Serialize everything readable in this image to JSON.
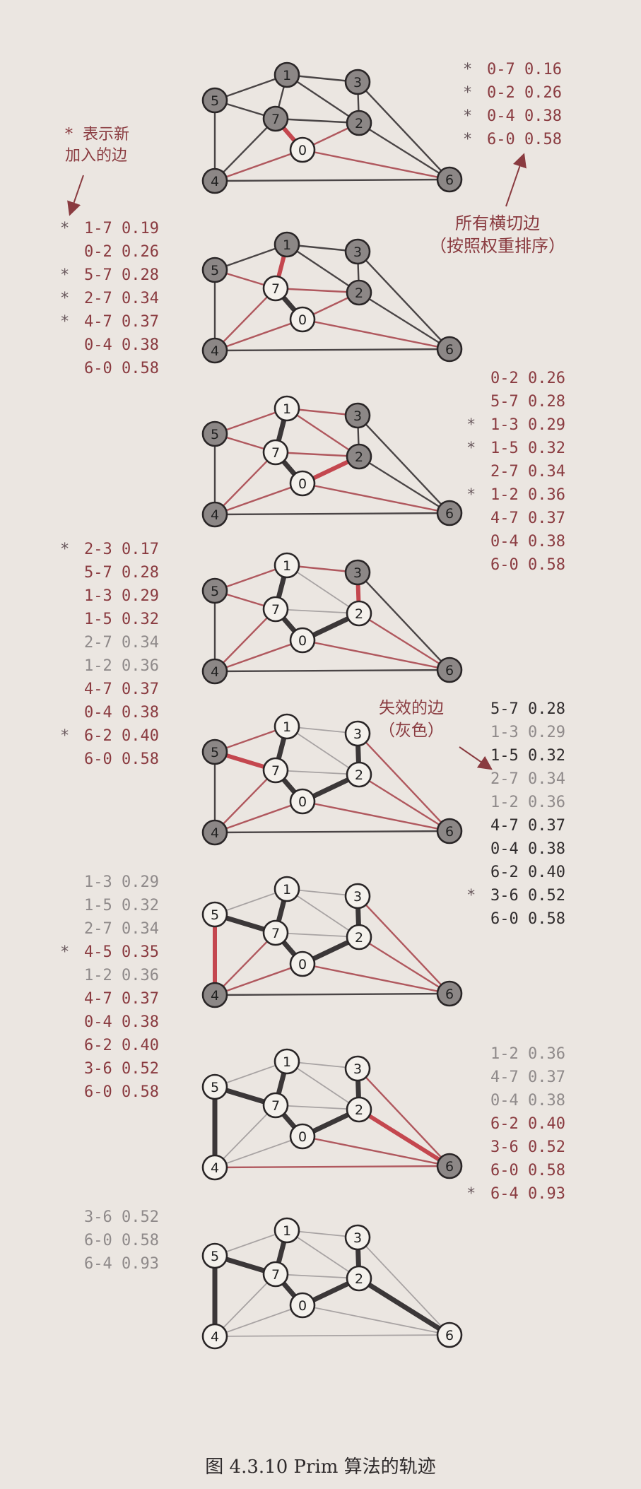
{
  "caption": "图 4.3.10   Prim 算法的轨迹",
  "annotations": {
    "new_edge_note": "*  表示新\n加入的边",
    "crossing_edges_note": "所有横切边\n（按照权重排序）",
    "ineligible_note": "失效的边\n（灰色）"
  },
  "edge_lists": [
    {
      "rows": [
        {
          "star": "*",
          "edge": "0-7",
          "weight": "0.16",
          "state": "red"
        },
        {
          "star": "*",
          "edge": "0-2",
          "weight": "0.26",
          "state": "red"
        },
        {
          "star": "*",
          "edge": "0-4",
          "weight": "0.38",
          "state": "red"
        },
        {
          "star": "*",
          "edge": "6-0",
          "weight": "0.58",
          "state": "red"
        }
      ]
    },
    {
      "rows": [
        {
          "star": "*",
          "edge": "1-7",
          "weight": "0.19",
          "state": "red"
        },
        {
          "star": "",
          "edge": "0-2",
          "weight": "0.26",
          "state": "red"
        },
        {
          "star": "*",
          "edge": "5-7",
          "weight": "0.28",
          "state": "red"
        },
        {
          "star": "*",
          "edge": "2-7",
          "weight": "0.34",
          "state": "red"
        },
        {
          "star": "*",
          "edge": "4-7",
          "weight": "0.37",
          "state": "red"
        },
        {
          "star": "",
          "edge": "0-4",
          "weight": "0.38",
          "state": "red"
        },
        {
          "star": "",
          "edge": "6-0",
          "weight": "0.58",
          "state": "red"
        }
      ]
    },
    {
      "rows": [
        {
          "star": "",
          "edge": "0-2",
          "weight": "0.26",
          "state": "red"
        },
        {
          "star": "",
          "edge": "5-7",
          "weight": "0.28",
          "state": "red"
        },
        {
          "star": "*",
          "edge": "1-3",
          "weight": "0.29",
          "state": "red"
        },
        {
          "star": "*",
          "edge": "1-5",
          "weight": "0.32",
          "state": "red"
        },
        {
          "star": "",
          "edge": "2-7",
          "weight": "0.34",
          "state": "red"
        },
        {
          "star": "*",
          "edge": "1-2",
          "weight": "0.36",
          "state": "red"
        },
        {
          "star": "",
          "edge": "4-7",
          "weight": "0.37",
          "state": "red"
        },
        {
          "star": "",
          "edge": "0-4",
          "weight": "0.38",
          "state": "red"
        },
        {
          "star": "",
          "edge": "6-0",
          "weight": "0.58",
          "state": "red"
        }
      ]
    },
    {
      "rows": [
        {
          "star": "*",
          "edge": "2-3",
          "weight": "0.17",
          "state": "red"
        },
        {
          "star": "",
          "edge": "5-7",
          "weight": "0.28",
          "state": "red"
        },
        {
          "star": "",
          "edge": "1-3",
          "weight": "0.29",
          "state": "red"
        },
        {
          "star": "",
          "edge": "1-5",
          "weight": "0.32",
          "state": "red"
        },
        {
          "star": "",
          "edge": "2-7",
          "weight": "0.34",
          "state": "gray"
        },
        {
          "star": "",
          "edge": "1-2",
          "weight": "0.36",
          "state": "gray"
        },
        {
          "star": "",
          "edge": "4-7",
          "weight": "0.37",
          "state": "red"
        },
        {
          "star": "",
          "edge": "0-4",
          "weight": "0.38",
          "state": "red"
        },
        {
          "star": "*",
          "edge": "6-2",
          "weight": "0.40",
          "state": "red"
        },
        {
          "star": "",
          "edge": "6-0",
          "weight": "0.58",
          "state": "red"
        }
      ]
    },
    {
      "rows": [
        {
          "star": "",
          "edge": "5-7",
          "weight": "0.28",
          "state": "black"
        },
        {
          "star": "",
          "edge": "1-3",
          "weight": "0.29",
          "state": "gray"
        },
        {
          "star": "",
          "edge": "1-5",
          "weight": "0.32",
          "state": "black"
        },
        {
          "star": "",
          "edge": "2-7",
          "weight": "0.34",
          "state": "gray"
        },
        {
          "star": "",
          "edge": "1-2",
          "weight": "0.36",
          "state": "gray"
        },
        {
          "star": "",
          "edge": "4-7",
          "weight": "0.37",
          "state": "black"
        },
        {
          "star": "",
          "edge": "0-4",
          "weight": "0.38",
          "state": "black"
        },
        {
          "star": "",
          "edge": "6-2",
          "weight": "0.40",
          "state": "black"
        },
        {
          "star": "*",
          "edge": "3-6",
          "weight": "0.52",
          "state": "black"
        },
        {
          "star": "",
          "edge": "6-0",
          "weight": "0.58",
          "state": "black"
        }
      ]
    },
    {
      "rows": [
        {
          "star": "",
          "edge": "1-3",
          "weight": "0.29",
          "state": "gray"
        },
        {
          "star": "",
          "edge": "1-5",
          "weight": "0.32",
          "state": "gray"
        },
        {
          "star": "",
          "edge": "2-7",
          "weight": "0.34",
          "state": "gray"
        },
        {
          "star": "*",
          "edge": "4-5",
          "weight": "0.35",
          "state": "red"
        },
        {
          "star": "",
          "edge": "1-2",
          "weight": "0.36",
          "state": "gray"
        },
        {
          "star": "",
          "edge": "4-7",
          "weight": "0.37",
          "state": "red"
        },
        {
          "star": "",
          "edge": "0-4",
          "weight": "0.38",
          "state": "red"
        },
        {
          "star": "",
          "edge": "6-2",
          "weight": "0.40",
          "state": "red"
        },
        {
          "star": "",
          "edge": "3-6",
          "weight": "0.52",
          "state": "red"
        },
        {
          "star": "",
          "edge": "6-0",
          "weight": "0.58",
          "state": "red"
        }
      ]
    },
    {
      "rows": [
        {
          "star": "",
          "edge": "1-2",
          "weight": "0.36",
          "state": "gray"
        },
        {
          "star": "",
          "edge": "4-7",
          "weight": "0.37",
          "state": "gray"
        },
        {
          "star": "",
          "edge": "0-4",
          "weight": "0.38",
          "state": "gray"
        },
        {
          "star": "",
          "edge": "6-2",
          "weight": "0.40",
          "state": "red"
        },
        {
          "star": "",
          "edge": "3-6",
          "weight": "0.52",
          "state": "red"
        },
        {
          "star": "",
          "edge": "6-0",
          "weight": "0.58",
          "state": "red"
        },
        {
          "star": "*",
          "edge": "6-4",
          "weight": "0.93",
          "state": "red"
        }
      ]
    },
    {
      "rows": [
        {
          "star": "",
          "edge": "3-6",
          "weight": "0.52",
          "state": "gray"
        },
        {
          "star": "",
          "edge": "6-0",
          "weight": "0.58",
          "state": "gray"
        },
        {
          "star": "",
          "edge": "6-4",
          "weight": "0.93",
          "state": "gray"
        }
      ]
    }
  ],
  "graph": {
    "vertex_labels": [
      "0",
      "1",
      "2",
      "3",
      "4",
      "5",
      "6",
      "7"
    ],
    "edges": [
      "0-7",
      "0-2",
      "0-4",
      "6-0",
      "1-7",
      "5-7",
      "2-7",
      "4-7",
      "1-3",
      "1-5",
      "1-2",
      "2-3",
      "6-2",
      "3-6",
      "4-5",
      "6-4"
    ]
  },
  "steps": [
    {
      "tree": [
        0
      ],
      "tree_edges": [],
      "new_edge": "0-7",
      "crossing": [
        "0-7",
        "0-2",
        "0-4",
        "6-0"
      ],
      "ineligible": []
    },
    {
      "tree": [
        0,
        7
      ],
      "tree_edges": [
        "0-7"
      ],
      "new_edge": "1-7",
      "crossing": [
        "1-7",
        "0-2",
        "5-7",
        "2-7",
        "4-7",
        "0-4",
        "6-0"
      ],
      "ineligible": []
    },
    {
      "tree": [
        0,
        7,
        1
      ],
      "tree_edges": [
        "0-7",
        "1-7"
      ],
      "new_edge": "0-2",
      "crossing": [
        "0-2",
        "5-7",
        "1-3",
        "1-5",
        "2-7",
        "1-2",
        "4-7",
        "0-4",
        "6-0"
      ],
      "ineligible": []
    },
    {
      "tree": [
        0,
        7,
        1,
        2
      ],
      "tree_edges": [
        "0-7",
        "1-7",
        "0-2"
      ],
      "new_edge": "2-3",
      "crossing": [
        "2-3",
        "5-7",
        "1-3",
        "1-5",
        "4-7",
        "0-4",
        "6-2",
        "6-0"
      ],
      "ineligible": [
        "2-7",
        "1-2"
      ]
    },
    {
      "tree": [
        0,
        7,
        1,
        2,
        3
      ],
      "tree_edges": [
        "0-7",
        "1-7",
        "0-2",
        "2-3"
      ],
      "new_edge": "5-7",
      "crossing": [
        "5-7",
        "1-5",
        "4-7",
        "0-4",
        "6-2",
        "3-6",
        "6-0"
      ],
      "ineligible": [
        "1-3",
        "2-7",
        "1-2"
      ]
    },
    {
      "tree": [
        0,
        7,
        1,
        2,
        3,
        5
      ],
      "tree_edges": [
        "0-7",
        "1-7",
        "0-2",
        "2-3",
        "5-7"
      ],
      "new_edge": "4-5",
      "crossing": [
        "4-5",
        "4-7",
        "0-4",
        "6-2",
        "3-6",
        "6-0"
      ],
      "ineligible": [
        "1-3",
        "1-5",
        "2-7",
        "1-2"
      ]
    },
    {
      "tree": [
        0,
        7,
        1,
        2,
        3,
        5,
        4
      ],
      "tree_edges": [
        "0-7",
        "1-7",
        "0-2",
        "2-3",
        "5-7",
        "4-5"
      ],
      "new_edge": "6-2",
      "crossing": [
        "6-2",
        "3-6",
        "6-0",
        "6-4"
      ],
      "ineligible": [
        "1-3",
        "1-5",
        "2-7",
        "1-2",
        "4-7",
        "0-4"
      ]
    },
    {
      "tree": [
        0,
        7,
        1,
        2,
        3,
        5,
        4,
        6
      ],
      "tree_edges": [
        "0-7",
        "1-7",
        "0-2",
        "2-3",
        "5-7",
        "4-5",
        "6-2"
      ],
      "new_edge": "",
      "crossing": [],
      "ineligible": [
        "1-3",
        "1-5",
        "2-7",
        "1-2",
        "4-7",
        "0-4",
        "3-6",
        "6-0",
        "6-4"
      ]
    }
  ],
  "colors": {
    "paper": "#ebe6e1",
    "tree_edge": "#3b3738",
    "crossing_edge": "#b0585e",
    "new_edge": "#c4474f",
    "ineligible_edge": "#a8a3a3",
    "outside_edge": "#4a4546",
    "tree_vertex": "#f4f1ec",
    "outside_vertex": "#8c8786",
    "annotation": "#8a3b40"
  }
}
